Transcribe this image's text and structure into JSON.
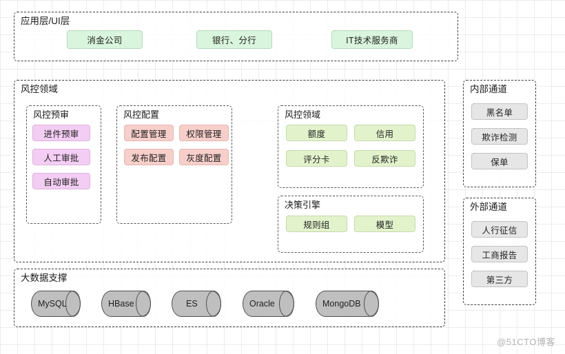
{
  "diagram": {
    "watermark": "@51CTO博客",
    "colors": {
      "green": "#d9f5dd",
      "olive": "#e2f3cc",
      "pink": "#f7cfca",
      "violet": "#f3cdf3",
      "grey": "#e6e6e6",
      "cylinder": "#bfbfbf",
      "border": "#3a3a3a"
    },
    "layers": {
      "app": {
        "title": "应用层/UI层",
        "nodes": [
          {
            "label": "消金公司"
          },
          {
            "label": "银行、分行"
          },
          {
            "label": "IT技术服务商"
          }
        ]
      },
      "risk": {
        "title": "风控领域",
        "groups": {
          "pre_audit": {
            "title": "风控预审",
            "nodes": [
              {
                "label": "进件预审"
              },
              {
                "label": "人工审批"
              },
              {
                "label": "自动审批"
              }
            ]
          },
          "config": {
            "title": "风控配置",
            "nodes": [
              {
                "label": "配置管理"
              },
              {
                "label": "权限管理"
              },
              {
                "label": "发布配置"
              },
              {
                "label": "灰度配置"
              }
            ]
          },
          "domain": {
            "title": "风控领域",
            "nodes": [
              {
                "label": "额度"
              },
              {
                "label": "信用"
              },
              {
                "label": "评分卡"
              },
              {
                "label": "反欺诈"
              }
            ]
          },
          "decision": {
            "title": "决策引擎",
            "nodes": [
              {
                "label": "规则组"
              },
              {
                "label": "模型"
              }
            ]
          }
        }
      },
      "bigdata": {
        "title": "大数据支撑",
        "nodes": [
          {
            "label": "MySQL"
          },
          {
            "label": "HBase"
          },
          {
            "label": "ES"
          },
          {
            "label": "Oracle"
          },
          {
            "label": "MongoDB"
          }
        ]
      },
      "internal_channel": {
        "title": "内部通道",
        "nodes": [
          {
            "label": "黑名单"
          },
          {
            "label": "欺诈检测"
          },
          {
            "label": "保单"
          }
        ]
      },
      "external_channel": {
        "title": "外部通道",
        "nodes": [
          {
            "label": "人行征信"
          },
          {
            "label": "工商报告"
          },
          {
            "label": "第三方"
          }
        ]
      }
    }
  }
}
